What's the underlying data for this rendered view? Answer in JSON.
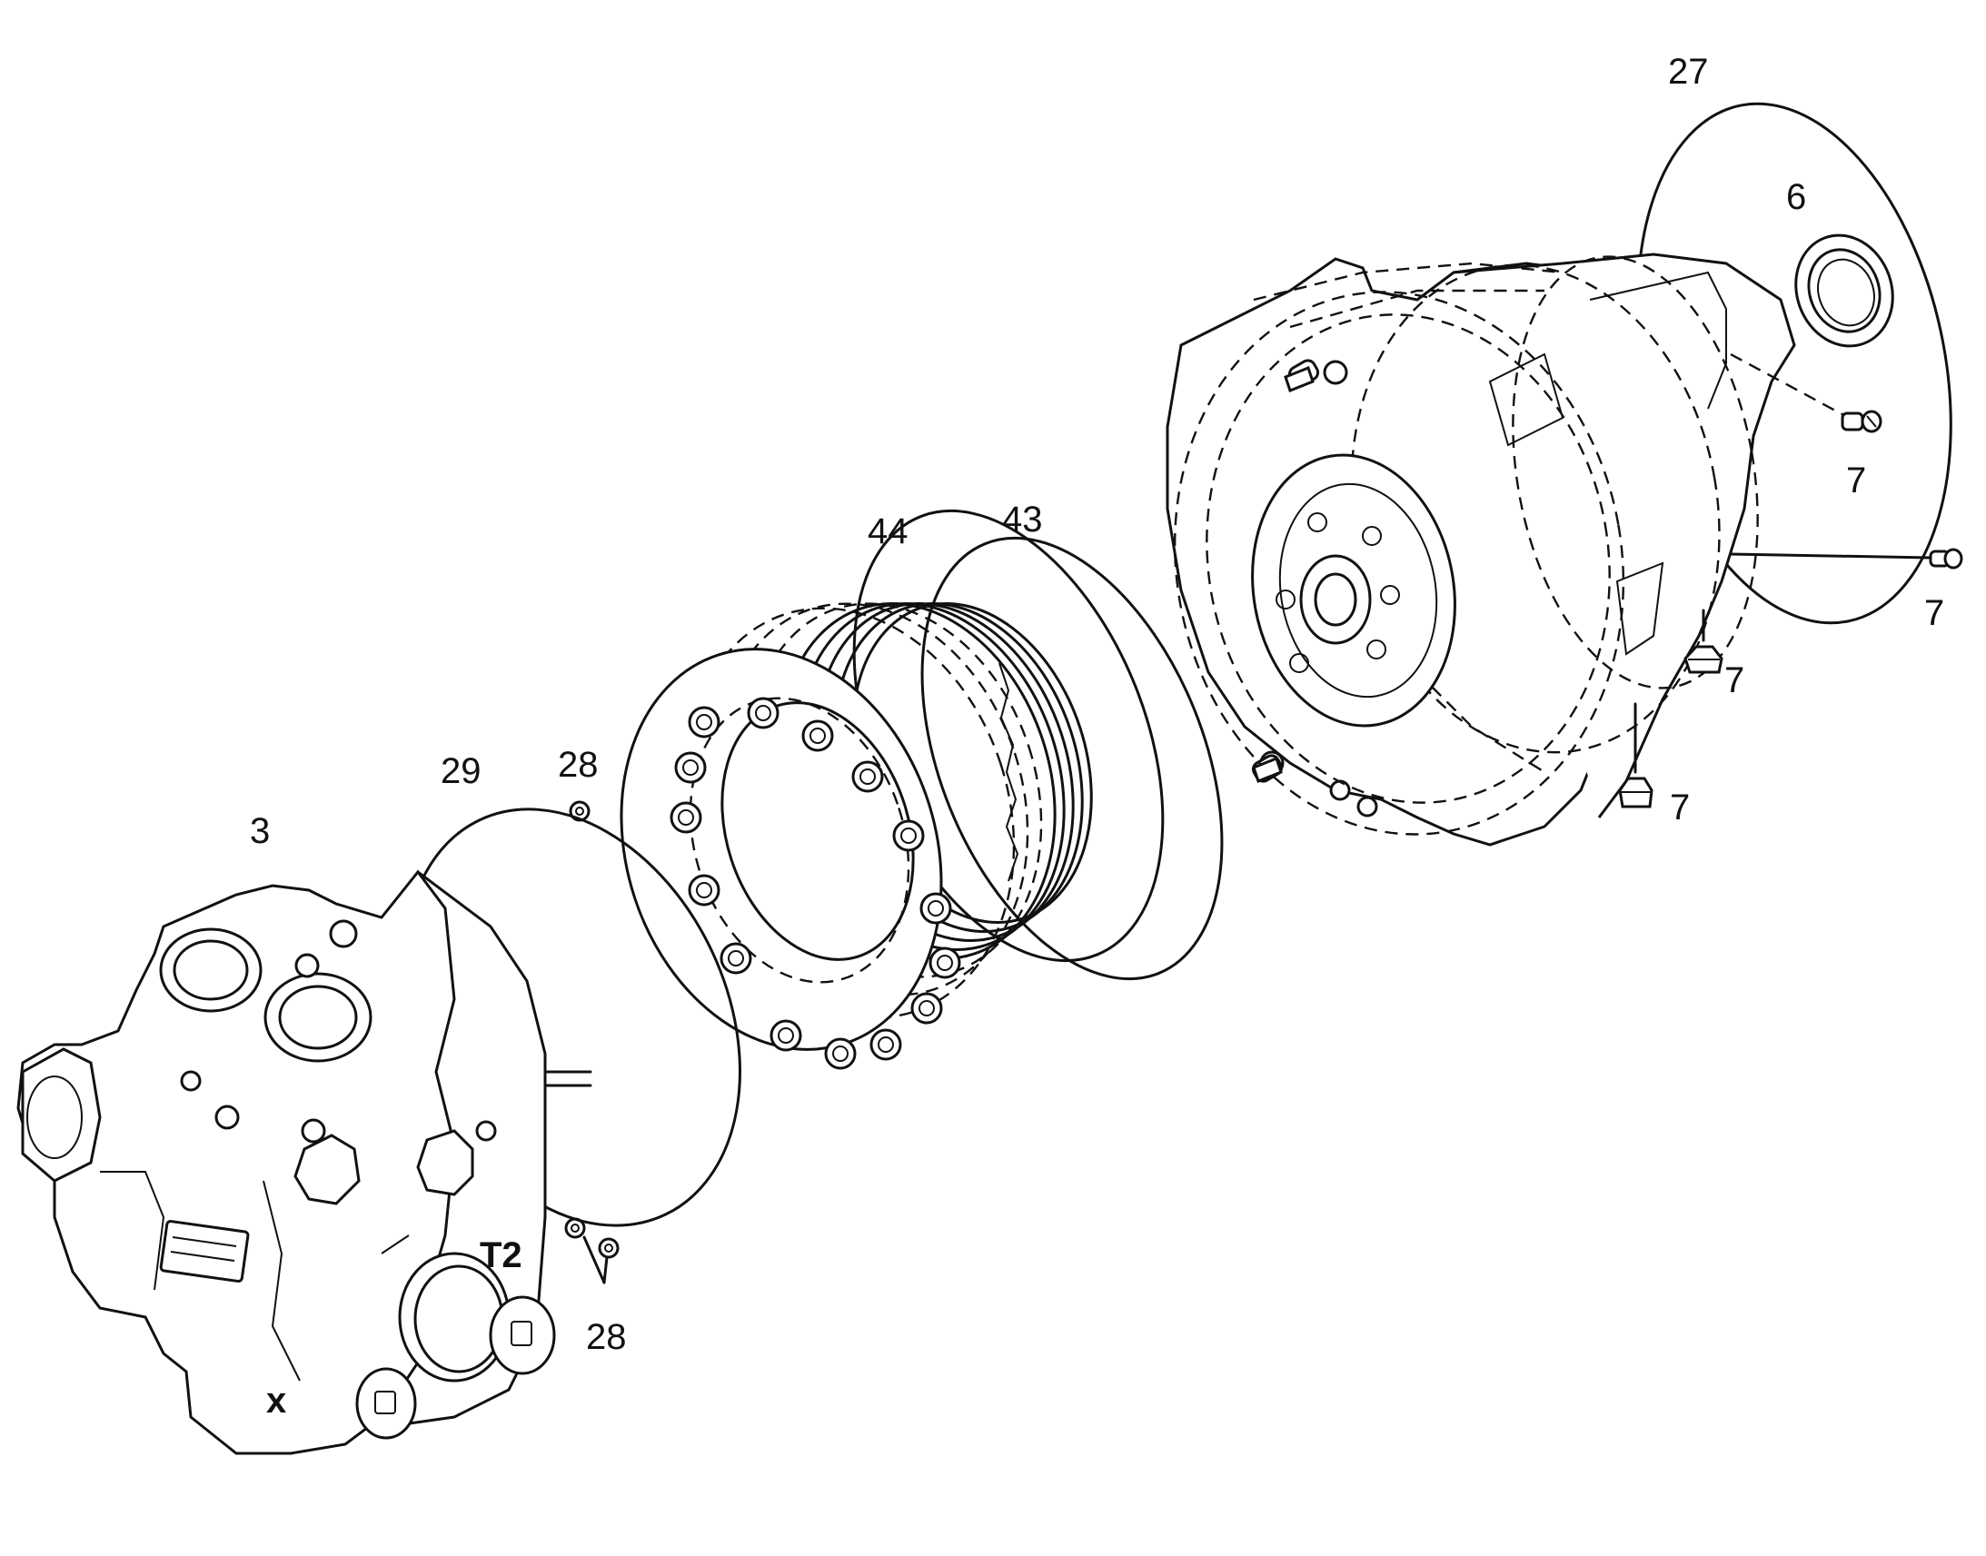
{
  "callouts": {
    "c27": "27",
    "c6": "6",
    "c7a": "7",
    "c7b": "7",
    "c7c": "7",
    "c7d": "7",
    "c44": "44",
    "c43": "43",
    "c29": "29",
    "c28a": "28",
    "c28b": "28",
    "c3": "3"
  },
  "markings": {
    "port_t2": "T2",
    "port_x": "x"
  }
}
